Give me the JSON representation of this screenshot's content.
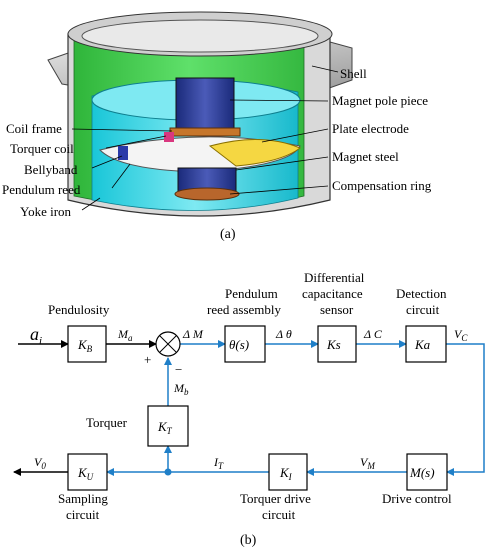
{
  "figure_a": {
    "caption": "(a)",
    "labels": {
      "shell": "Shell",
      "magnet_pole_piece": "Magnet pole piece",
      "plate_electrode": "Plate electrode",
      "magnet_steel": "Magnet steel",
      "compensation_ring": "Compensation ring",
      "coil_frame": "Coil frame",
      "torquer_coil": "Torquer coil",
      "bellyband": "Bellyband",
      "pendulum_reed": "Pendulum reed",
      "yoke_iron": "Yoke iron"
    }
  },
  "figure_b": {
    "caption": "(b)",
    "input_signal": "a",
    "input_sub": "i",
    "blocks": {
      "kb": {
        "main": "K",
        "sub": "B"
      },
      "theta": {
        "main": "θ(s)"
      },
      "ks": {
        "main": "Ks"
      },
      "ka": {
        "main": "Ka"
      },
      "kt": {
        "main": "K",
        "sub": "T"
      },
      "ku": {
        "main": "K",
        "sub": "U"
      },
      "ki": {
        "main": "K",
        "sub": "I"
      },
      "ms": {
        "main": "M(s)"
      }
    },
    "block_titles": {
      "pendulosity": "Pendulosity",
      "pendulum_reed_assembly_1": "Pendulum",
      "pendulum_reed_assembly_2": "reed assembly",
      "diff_cap_1": "Differential",
      "diff_cap_2": "capacitance",
      "diff_cap_3": "sensor",
      "detection_1": "Detection",
      "detection_2": "circuit",
      "torquer": "Torquer",
      "sampling_1": "Sampling",
      "sampling_2": "circuit",
      "torquer_drive_1": "Torquer drive",
      "torquer_drive_2": "circuit",
      "drive_control": "Drive control"
    },
    "signals": {
      "ma": {
        "main": "M",
        "sub": "a"
      },
      "delta_m": "Δ M",
      "delta_theta": "Δ θ",
      "delta_c": "Δ C",
      "vc": {
        "main": "V",
        "sub": "C"
      },
      "mb": {
        "main": "M",
        "sub": "b"
      },
      "vm": {
        "main": "V",
        "sub": "M"
      },
      "it": {
        "main": "I",
        "sub": "T"
      },
      "v0": {
        "main": "V",
        "sub": "0"
      },
      "plus": "+",
      "minus": "−"
    },
    "colors": {
      "feedback_line": "#1f7fc8",
      "forward_line": "#000000"
    }
  }
}
